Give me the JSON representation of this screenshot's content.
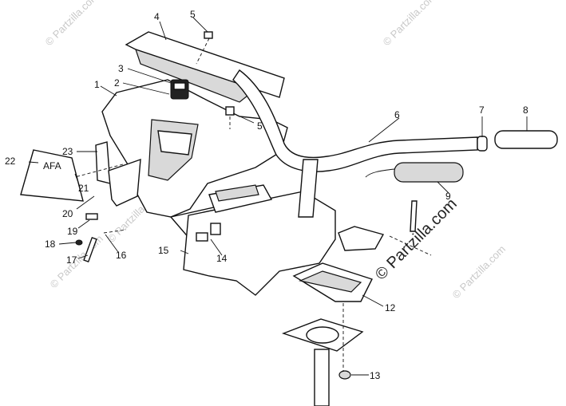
{
  "diagram": {
    "callouts": [
      {
        "id": "c1",
        "text": "1"
      },
      {
        "id": "c2",
        "text": "2"
      },
      {
        "id": "c3",
        "text": "3"
      },
      {
        "id": "c4",
        "text": "4"
      },
      {
        "id": "c5a",
        "text": "5"
      },
      {
        "id": "c5b",
        "text": "5"
      },
      {
        "id": "c6",
        "text": "6"
      },
      {
        "id": "c7",
        "text": "7"
      },
      {
        "id": "c8",
        "text": "8"
      },
      {
        "id": "c9",
        "text": "9"
      },
      {
        "id": "c12",
        "text": "12"
      },
      {
        "id": "c13",
        "text": "13"
      },
      {
        "id": "c14",
        "text": "14"
      },
      {
        "id": "c15",
        "text": "15"
      },
      {
        "id": "c16",
        "text": "16"
      },
      {
        "id": "c17",
        "text": "17"
      },
      {
        "id": "c18",
        "text": "18"
      },
      {
        "id": "c19",
        "text": "19"
      },
      {
        "id": "c20",
        "text": "20"
      },
      {
        "id": "c21",
        "text": "21"
      },
      {
        "id": "c22",
        "text": "22"
      },
      {
        "id": "c23",
        "text": "23"
      }
    ],
    "decal_text": "AFA",
    "watermarks": {
      "faint": "© Partzilla.com",
      "bold": "© Partzilla.com"
    }
  }
}
